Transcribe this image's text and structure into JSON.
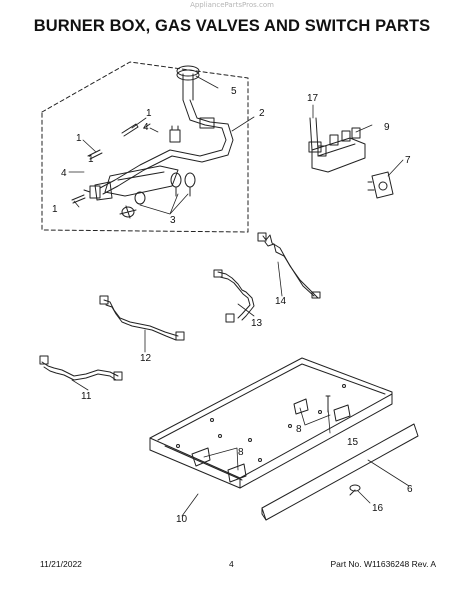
{
  "watermark": "AppliancePartsPros.com",
  "title": "BURNER BOX, GAS VALVES AND SWITCH PARTS",
  "callouts": [
    "1",
    "1",
    "1",
    "1",
    "2",
    "3",
    "4",
    "4",
    "5",
    "6",
    "7",
    "8",
    "8",
    "9",
    "10",
    "11",
    "12",
    "13",
    "14",
    "15",
    "16",
    "17"
  ],
  "footer": {
    "date": "11/21/2022",
    "page": "4",
    "part_number": "Part No. W11636248  Rev. A"
  }
}
